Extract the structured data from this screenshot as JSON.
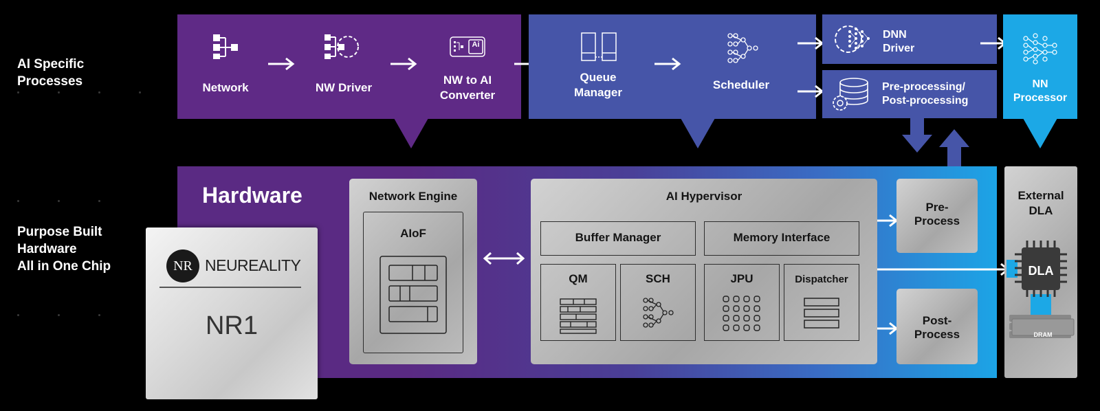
{
  "left_labels": {
    "ai_specific": [
      "AI Specific",
      "Processes"
    ],
    "purpose_built": [
      "Purpose Built",
      "Hardware",
      "All in One Chip"
    ]
  },
  "top": {
    "network": "Network",
    "nw_driver": "NW Driver",
    "nw_to_ai": [
      "NW to AI",
      "Converter"
    ],
    "ai_badge": "Ai",
    "queue_manager": [
      "Queue",
      "Manager"
    ],
    "scheduler": "Scheduler",
    "dnn_driver": [
      "DNN",
      "Driver"
    ],
    "pre_post": [
      "Pre-processing/",
      "Post-processing"
    ],
    "nn_processor": [
      "NN",
      "Processor"
    ]
  },
  "hardware": {
    "title": "Hardware",
    "network_engine": "Network Engine",
    "aiof": "AIoF",
    "ai_hypervisor": "AI Hypervisor",
    "buffer_manager": "Buffer Manager",
    "memory_interface": "Memory Interface",
    "qm": "QM",
    "sch": "SCH",
    "jpu": "JPU",
    "dispatcher": "Dispatcher",
    "pre_process": [
      "Pre-",
      "Process"
    ],
    "post_process": [
      "Post-",
      "Process"
    ],
    "external_dla": [
      "External",
      "DLA"
    ],
    "dla": "DLA",
    "dram": "DRAM"
  },
  "chip": {
    "logo_mark": "NR",
    "brand": "NEUREALITY",
    "name": "NR1"
  },
  "colors": {
    "purple": "#5f2a86",
    "blue": "#4655a8",
    "cyan": "#1ca8e6",
    "background": "#000000"
  }
}
